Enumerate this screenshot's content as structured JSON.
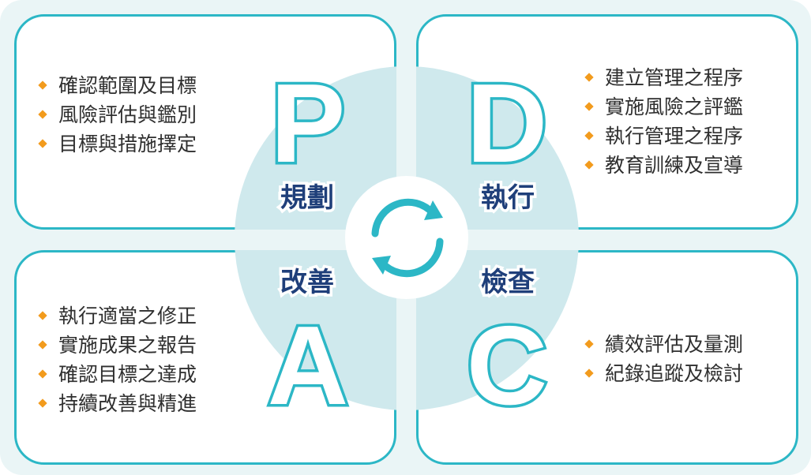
{
  "colors": {
    "teal": "#2cb7c6",
    "navy": "#1f3f7a",
    "bullet": "#f29b1d",
    "circle": "#cfe9ed"
  },
  "quadrants": {
    "plan": {
      "letter": "P",
      "label": "規劃",
      "items": [
        "確認範圍及目標",
        "風險評估與鑑別",
        "目標與措施擇定"
      ]
    },
    "do": {
      "letter": "D",
      "label": "執行",
      "items": [
        "建立管理之程序",
        "實施風險之評鑑",
        "執行管理之程序",
        "教育訓練及宣導"
      ]
    },
    "act": {
      "letter": "A",
      "label": "改善",
      "items": [
        "執行適當之修正",
        "實施成果之報告",
        "確認目標之達成",
        "持續改善與精進"
      ]
    },
    "check": {
      "letter": "C",
      "label": "檢查",
      "items": [
        "績效評估及量測",
        "紀錄追蹤及檢討"
      ]
    }
  },
  "center_icon": "refresh-cycle-icon"
}
